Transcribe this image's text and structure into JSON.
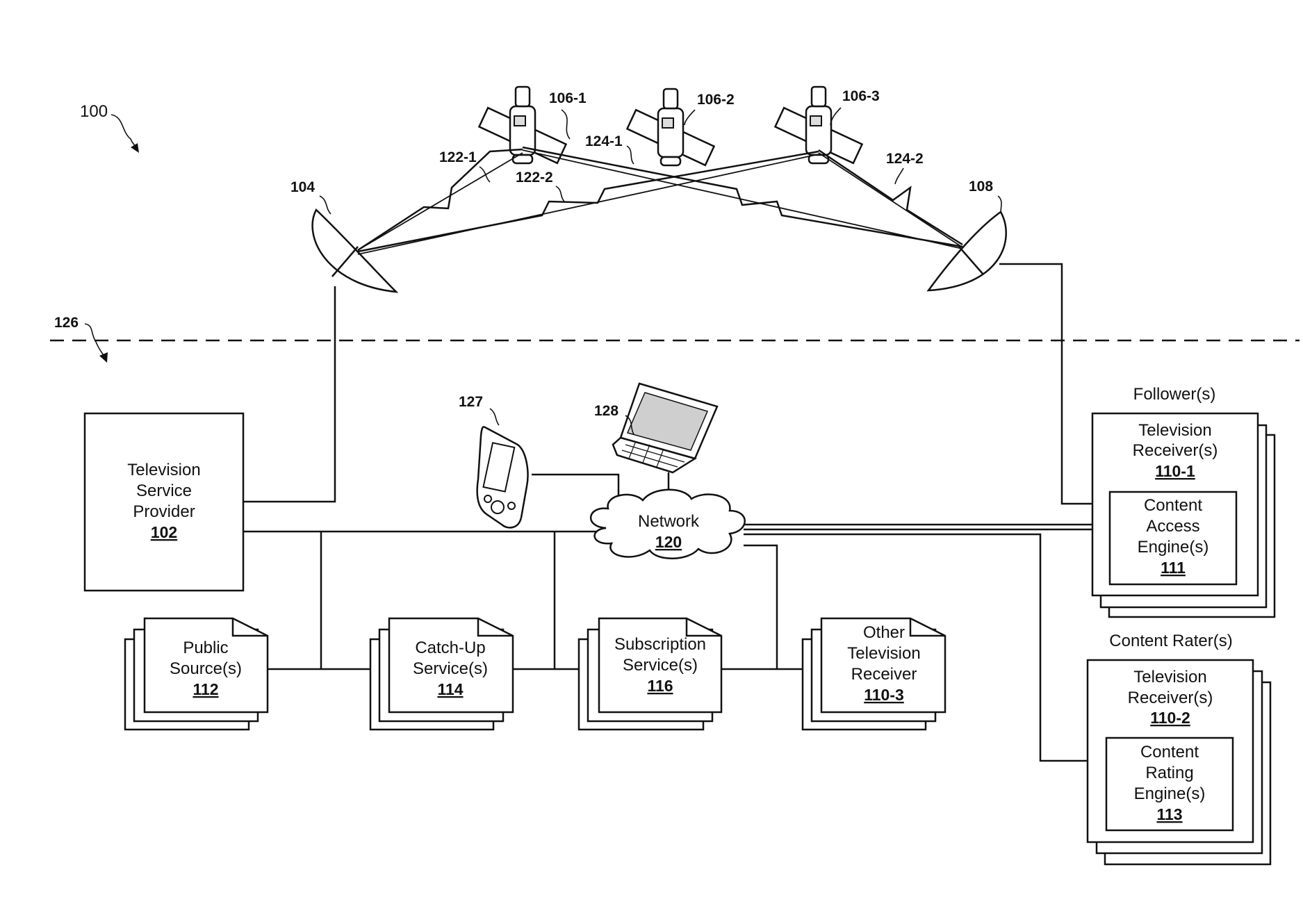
{
  "figure_ref": "100",
  "boundary_ref": "126",
  "satellites": [
    {
      "ref": "106-1"
    },
    {
      "ref": "106-2"
    },
    {
      "ref": "106-3"
    }
  ],
  "dishes": [
    {
      "ref": "104"
    },
    {
      "ref": "108"
    }
  ],
  "links": [
    "122-1",
    "122-2",
    "124-1",
    "124-2"
  ],
  "devices": {
    "handheld_ref": "127",
    "laptop_ref": "128"
  },
  "network": {
    "label": "Network",
    "number": "120"
  },
  "provider": {
    "line1": "Television",
    "line2": "Service",
    "line3": "Provider",
    "number": "102"
  },
  "sources": [
    {
      "line1": "Public",
      "line2": "Source(s)",
      "number": "112"
    },
    {
      "line1": "Catch-Up",
      "line2": "Service(s)",
      "number": "114"
    },
    {
      "line1": "Subscription",
      "line2": "Service(s)",
      "number": "116"
    },
    {
      "line1": "Other",
      "line2": "Television",
      "line3": "Receiver",
      "number": "110-3"
    }
  ],
  "followers": {
    "group_label": "Follower(s)",
    "receiver": {
      "line1": "Television",
      "line2": "Receiver(s)",
      "number": "110-1"
    },
    "engine": {
      "line1": "Content",
      "line2": "Access",
      "line3": "Engine(s)",
      "number": "111"
    }
  },
  "raters": {
    "group_label": "Content Rater(s)",
    "receiver": {
      "line1": "Television",
      "line2": "Receiver(s)",
      "number": "110-2"
    },
    "engine": {
      "line1": "Content",
      "line2": "Rating",
      "line3": "Engine(s)",
      "number": "113"
    }
  }
}
